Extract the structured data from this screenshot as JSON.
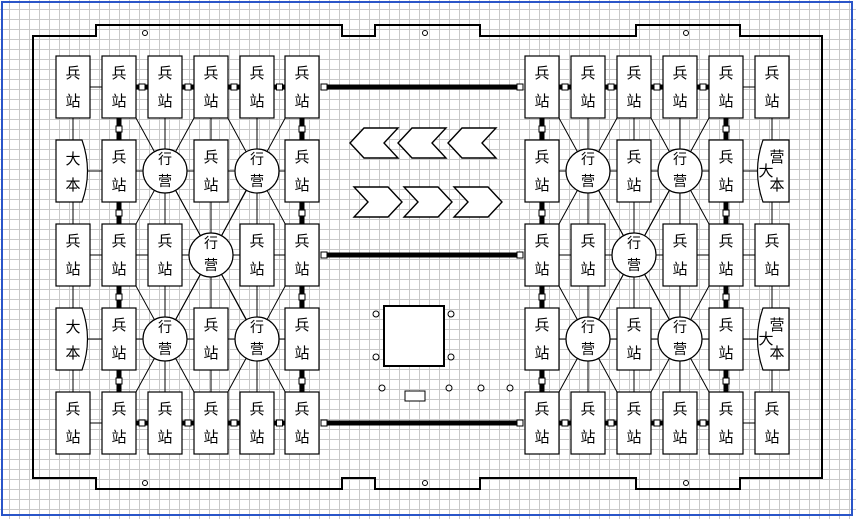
{
  "labels": {
    "station_top": "兵",
    "station_bottom": "站",
    "hq_top": "行",
    "hq_bottom": "营",
    "main_camp_top": "大",
    "main_camp_bottom": "本",
    "main_camp_right_left": "本",
    "main_camp_right_right": "营",
    "main_camp_right_mid": "大"
  },
  "board": {
    "left_columns": 6,
    "right_columns": 6,
    "rows": 5
  },
  "colors": {
    "frame": "#2a55c8",
    "line": "#000000",
    "grid": "#c9c9c9"
  }
}
